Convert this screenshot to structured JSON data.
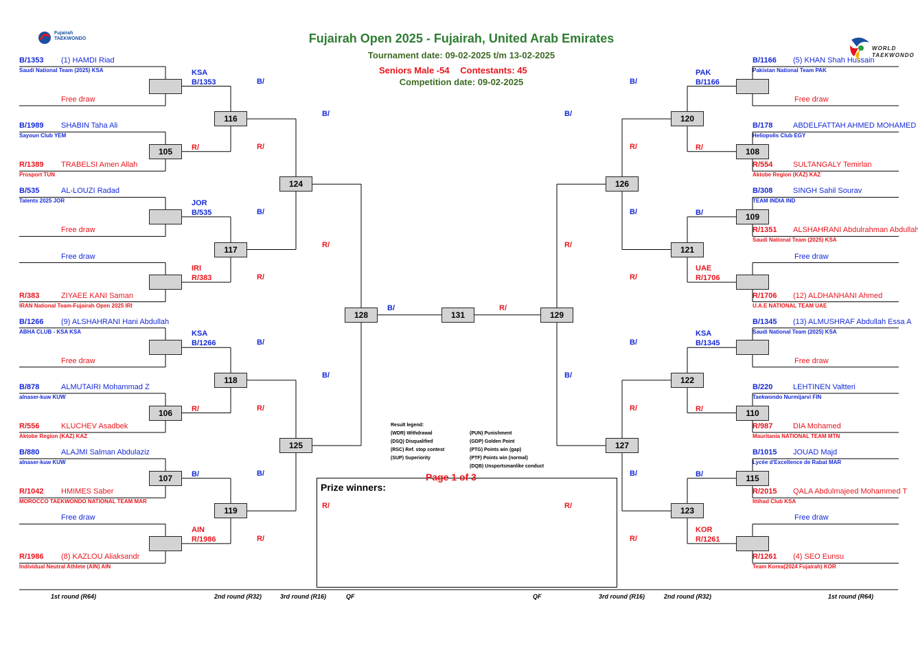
{
  "header": {
    "title": "Fujairah Open 2025 - Fujairah, United Arab Emirates",
    "tournament_date": "Tournament date:    09-02-2025 t/m 13-02-2025",
    "category": "Seniors Male -54",
    "contestants": "Contestants: 45",
    "competition_date": "Competition date: 09-02-2025"
  },
  "logos": {
    "left_lines": [
      "Fujairah",
      "TAEKWONDO"
    ],
    "right_lines": [
      "WORLD",
      "TAEKWONDO"
    ]
  },
  "left_slots": [
    {
      "code": "B/1353",
      "name": "(1) HAMDI Riad",
      "club": "Saudi National Team (2025) KSA",
      "color": "blue"
    },
    {
      "code": "",
      "name": "Free draw",
      "club": "",
      "color": "red"
    },
    {
      "code": "B/1989",
      "name": "SHABIN Taha Ali",
      "club": "Sayoun Club YEM",
      "color": "blue"
    },
    {
      "code": "R/1389",
      "name": "TRABELSI Amen Allah",
      "club": "Prosport TUN",
      "color": "red"
    },
    {
      "code": "B/535",
      "name": "AL-LOUZI Radad",
      "club": "Talents 2025 JOR",
      "color": "blue"
    },
    {
      "code": "",
      "name": "Free draw",
      "club": "",
      "color": "red"
    },
    {
      "code": "",
      "name": "Free draw",
      "club": "",
      "color": "blue"
    },
    {
      "code": "R/383",
      "name": "ZIYAEE KANI Saman",
      "club": "IRAN National Team-Fujairah Open 2025 IRI",
      "color": "red"
    },
    {
      "code": "B/1266",
      "name": "(9) ALSHAHRANI Hani Abdullah",
      "club": "ABHA CLUB - KSA KSA",
      "color": "blue"
    },
    {
      "code": "",
      "name": "Free draw",
      "club": "",
      "color": "red"
    },
    {
      "code": "B/878",
      "name": "ALMUTAIRI Mohammad Z",
      "club": "alnaser-kuw KUW",
      "color": "blue"
    },
    {
      "code": "R/556",
      "name": "KLUCHEV Asadbek",
      "club": "Aktobe Region (KAZ) KAZ",
      "color": "red"
    },
    {
      "code": "B/880",
      "name": "ALAJMI Salman Abdulaziz",
      "club": "alnaser-kuw KUW",
      "color": "blue"
    },
    {
      "code": "R/1042",
      "name": "HMIMES Saber",
      "club": "MOROCCO TAEKWONDO NATIONAL TEAM MAR",
      "color": "red"
    },
    {
      "code": "",
      "name": "Free draw",
      "club": "",
      "color": "blue"
    },
    {
      "code": "R/1986",
      "name": "(8) KAZLOU Aliaksandr",
      "club": "Individual Neutral Athlete (AIN) AIN",
      "color": "red"
    }
  ],
  "right_slots": [
    {
      "code": "B/1166",
      "name": "(5) KHAN Shah Hussain",
      "club": "Pakistan National Team PAK",
      "color": "blue"
    },
    {
      "code": "",
      "name": "Free draw",
      "club": "",
      "color": "red"
    },
    {
      "code": "B/178",
      "name": "ABDELFATTAH AHMED MOHAMED",
      "club": "Heliopolis Club EGY",
      "color": "blue"
    },
    {
      "code": "R/554",
      "name": "SULTANGALY Temirlan",
      "club": "Aktobe Region (KAZ) KAZ",
      "color": "red"
    },
    {
      "code": "B/308",
      "name": "SINGH Sahil Sourav",
      "club": "TEAM INDIA IND",
      "color": "blue"
    },
    {
      "code": "R/1351",
      "name": "ALSHAHRANI Abdulrahman Abdullah",
      "club": "Saudi National Team (2025) KSA",
      "color": "red"
    },
    {
      "code": "",
      "name": "Free draw",
      "club": "",
      "color": "blue"
    },
    {
      "code": "R/1706",
      "name": "(12) ALDHANHANI Ahmed",
      "club": "U.A.E NATIONAL TEAM UAE",
      "color": "red"
    },
    {
      "code": "B/1345",
      "name": "(13) ALMUSHRAF Abdullah Essa A",
      "club": "Saudi National Team (2025) KSA",
      "color": "blue"
    },
    {
      "code": "",
      "name": "Free draw",
      "club": "",
      "color": "red"
    },
    {
      "code": "B/220",
      "name": "LEHTINEN Valtteri",
      "club": "Taekwondo Nurmijarvi FIN",
      "color": "blue"
    },
    {
      "code": "R/987",
      "name": "DIA Mohamed",
      "club": "Mauritania NATIONAL TEAM MTN",
      "color": "red"
    },
    {
      "code": "B/1015",
      "name": "JOUAD Majd",
      "club": "Lycée d'Excellence de Rabat MAR",
      "color": "blue"
    },
    {
      "code": "R/2015",
      "name": "QALA Abdulmajeed Mohammed T",
      "club": "Ittihad Club KSA",
      "color": "red"
    },
    {
      "code": "",
      "name": "Free draw",
      "club": "",
      "color": "blue"
    },
    {
      "code": "R/1261",
      "name": "(4) SEO Eunsu",
      "club": "Team Korea(2024 Fujairah) KOR",
      "color": "red"
    }
  ],
  "left_r1_matches": [
    "",
    "105",
    "",
    "",
    "",
    "106",
    "107",
    ""
  ],
  "right_r1_matches": [
    "",
    "108",
    "109",
    "",
    "",
    "110",
    "115",
    ""
  ],
  "left_r2_matches": [
    "116",
    "117",
    "118",
    "119"
  ],
  "right_r2_matches": [
    "120",
    "121",
    "122",
    "123"
  ],
  "left_r3_matches": [
    "124",
    "125"
  ],
  "right_r3_matches": [
    "126",
    "127"
  ],
  "qf_matches": [
    "128",
    "129"
  ],
  "final_match": "131",
  "left_advance": [
    {
      "country": "KSA",
      "code": "B/1353",
      "color": "blue"
    },
    {
      "country": "",
      "code": "R/",
      "color": "red"
    },
    {
      "country": "JOR",
      "code": "B/535",
      "color": "blue"
    },
    {
      "country": "IRI",
      "code": "R/383",
      "color": "red"
    },
    {
      "country": "KSA",
      "code": "B/1266",
      "color": "blue"
    },
    {
      "country": "",
      "code": "R/",
      "color": "red"
    },
    {
      "country": "",
      "code": "B/",
      "color": "blue"
    },
    {
      "country": "AIN",
      "code": "R/1986",
      "color": "red"
    }
  ],
  "right_advance": [
    {
      "country": "PAK",
      "code": "B/1166",
      "color": "blue"
    },
    {
      "country": "",
      "code": "R/",
      "color": "red"
    },
    {
      "country": "",
      "code": "B/",
      "color": "blue"
    },
    {
      "country": "UAE",
      "code": "R/1706",
      "color": "red"
    },
    {
      "country": "KSA",
      "code": "B/1345",
      "color": "blue"
    },
    {
      "country": "",
      "code": "R/",
      "color": "red"
    },
    {
      "country": "",
      "code": "B/",
      "color": "blue"
    },
    {
      "country": "KOR",
      "code": "R/1261",
      "color": "red"
    }
  ],
  "stub_blue": "B/",
  "stub_red": "R/",
  "legend": {
    "title": "Result legend:",
    "col1": [
      "(WDR) Withdrawal",
      "(DSQ) Disqualified",
      "(RSC) Ref. stop contest",
      "(SUP) Superiority"
    ],
    "col2": [
      "(PUN) Punishment",
      "(GDP) Golden Point",
      "(PTG) Points win (gap)",
      "(PTF) Points win (normal)",
      "(DQB) Unsportsmanlike conduct"
    ]
  },
  "page_label": "Page 1 of 3",
  "prize_title": "Prize winners:",
  "rounds_left": [
    "1st round (R64)",
    "2nd round (R32)",
    "3rd round (R16)",
    "QF"
  ],
  "rounds_right": [
    "QF",
    "3rd round (R16)",
    "2nd round (R32)",
    "1st round (R64)"
  ],
  "colors": {
    "blue": "#1429d6",
    "red": "#e8141b",
    "title_green": "#2e7d32",
    "box_gray": "#d3d3d3"
  }
}
